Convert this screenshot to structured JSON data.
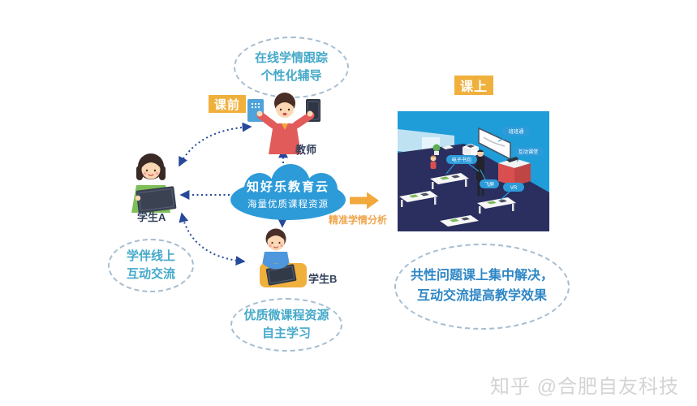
{
  "stage_labels": {
    "pre_class": "课前",
    "in_class": "课上"
  },
  "actors": {
    "teacher": "教师",
    "student_a": "学生A",
    "student_b": "学生B"
  },
  "cloud": {
    "title": "知好乐教育云",
    "subtitle": "海量优质课程资源"
  },
  "bubbles": {
    "online_tracking": {
      "line1": "在线学情跟踪",
      "line2": "个性化辅导"
    },
    "peer_online": {
      "line1": "学伴线上",
      "line2": "互动交流"
    },
    "micro_course": {
      "line1": "优质微课程资源",
      "line2": "自主学习"
    },
    "in_class_summary": {
      "line1": "共性问题课上集中解决，",
      "line2": "互动交流提高教学效果"
    }
  },
  "flow": {
    "analysis_caption": "精准学情分析"
  },
  "classroom": {
    "callouts": {
      "banbantong": "班班通",
      "interactive_class": "互动课堂",
      "e_schoolbag": "电子书包",
      "screen_cast": "飞屏",
      "vr": "VR"
    }
  },
  "watermark": "知乎 @合肥自友科技",
  "colors": {
    "accent_yellow": "#f0b03c",
    "cloud_blue": "#2e9bd9",
    "arrow_navy": "#27499b",
    "bubble_teal_text": "#45a9c9",
    "bubble_blue_text": "#2e86c5",
    "orange_arrow": "#f2a93b",
    "actor_label_dark": "#33415c",
    "classroom_floor": "#2a2f5f",
    "classroom_wall": "#1f9dd8"
  }
}
